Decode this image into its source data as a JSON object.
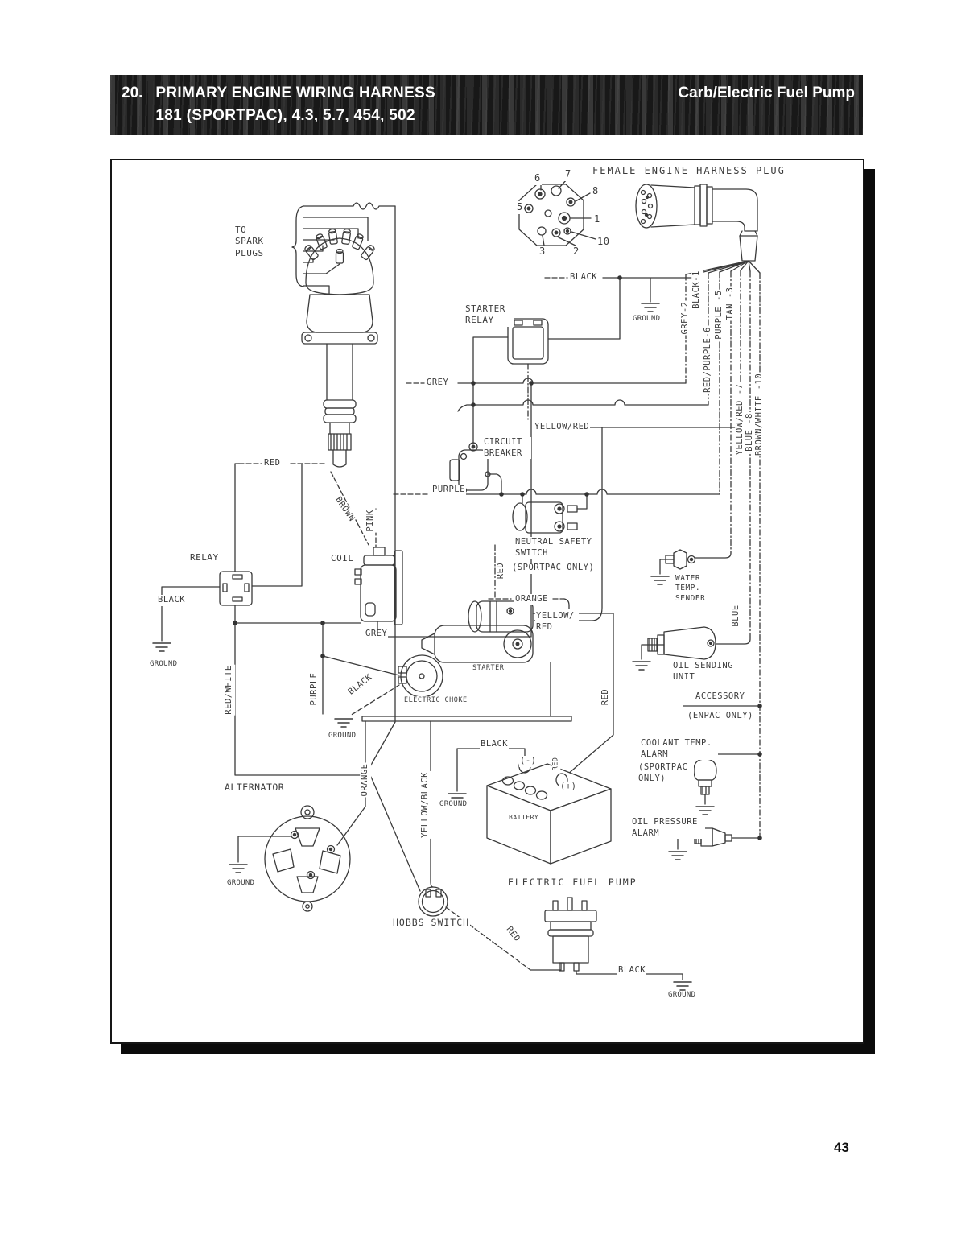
{
  "header": {
    "number": "20.",
    "line1": "PRIMARY ENGINE WIRING HARNESS",
    "line2": "181 (SPORTPAC), 4.3, 5.7, 454, 502",
    "right": "Carb/Electric Fuel Pump"
  },
  "page_number": "43",
  "diagram": {
    "title": "FEMALE ENGINE HARNESS PLUG",
    "pins": {
      "n1": "1",
      "n2": "2",
      "n3": "3",
      "n5": "5",
      "n6": "6",
      "n7": "7",
      "n8": "8",
      "n10": "10"
    },
    "harness": {
      "grey": "GREY-2",
      "black": "BLACK-1",
      "red_purple": "RED/PURPLE-6",
      "purple": "PURPLE -5",
      "tan": "TAN -3",
      "yellow_red": "YELLOW/RED -7",
      "blue": "BLUE -8",
      "brown_white": "BROWN/WHITE -10"
    },
    "colors": {
      "black": "BLACK",
      "grey": "GREY",
      "red": "RED",
      "purple": "PURPLE",
      "orange": "ORANGE",
      "pink": "PINK",
      "brown": "BROWN",
      "blue": "BLUE",
      "yellow_red": "YELLOW/RED",
      "yellow_red_wrap": "YELLOW/ RED",
      "red_white": "RED/WHITE",
      "yellow_black": "YELLOW/BLACK"
    },
    "ground": "GROUND",
    "components": {
      "to_spark_plugs": "TO SPARK PLUGS",
      "starter_relay": "STARTER RELAY",
      "circuit_breaker": "CIRCUIT BREAKER",
      "neutral_safety_switch": "NEUTRAL SAFETY SWITCH",
      "sportpac_only": "(SPORTPAC ONLY)",
      "relay": "RELAY",
      "coil": "COIL",
      "starter": "STARTER",
      "electric_choke": "ELECTRIC CHOKE",
      "water_temp_sender": "WATER TEMP. SENDER",
      "oil_sending_unit": "OIL SENDING UNIT",
      "accessory": "ACCESSORY",
      "enpac_only": "(ENPAC ONLY)",
      "coolant_temp_alarm": "COOLANT TEMP. ALARM",
      "oil_pressure_alarm": "OIL PRESSURE ALARM",
      "alternator": "ALTERNATOR",
      "battery": "BATTERY",
      "hobbs_switch": "HOBBS SWITCH",
      "electric_fuel_pump": "ELECTRIC FUEL PUMP"
    },
    "terminals": {
      "neg": "(-)",
      "pos": "(+)"
    }
  }
}
